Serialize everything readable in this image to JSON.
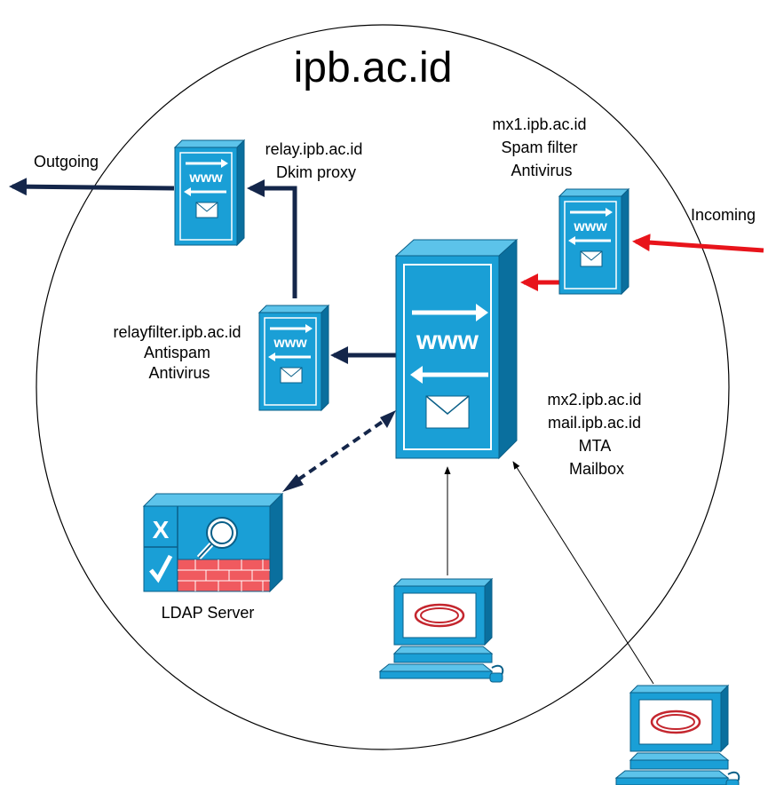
{
  "domain_title": "ipb.ac.id",
  "labels": {
    "outgoing": "Outgoing",
    "incoming": "Incoming",
    "ldap": "LDAP Server",
    "www_text": "www"
  },
  "relay": {
    "lines": [
      "relay.ipb.ac.id",
      "Dkim proxy"
    ]
  },
  "mx1": {
    "lines": [
      "mx1.ipb.ac.id",
      "Spam filter",
      "Antivirus"
    ]
  },
  "relayfilter": {
    "lines": [
      "relayfilter.ipb.ac.id",
      "Antispam",
      "Antivirus"
    ]
  },
  "mx2": {
    "lines": [
      "mx2.ipb.ac.id",
      "mail.ipb.ac.id",
      "MTA",
      "Mailbox"
    ]
  },
  "colors": {
    "server_face": "#1a9fd6",
    "server_side": "#0a6f9e",
    "server_top": "#5cc3ea",
    "arrow_dark": "#14264a",
    "arrow_red": "#e8141b",
    "brick": "#f05a5f"
  }
}
